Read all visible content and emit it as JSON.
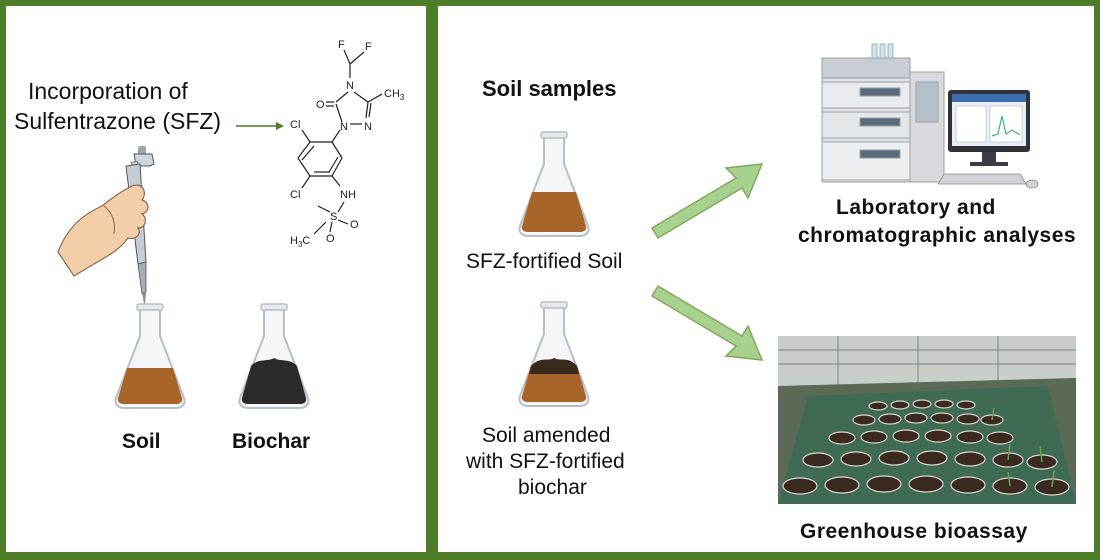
{
  "left": {
    "incorporation_line1": "Incorporation of",
    "incorporation_line2": "Sulfentrazone (SFZ)",
    "molecule": {
      "f1": "F",
      "f2": "F",
      "n_top": "N",
      "o": "O",
      "ch3": "CH",
      "ch3_sub": "3",
      "n1": "N",
      "n2": "N",
      "cl1": "Cl",
      "cl2": "Cl",
      "nh": "NH",
      "s": "S",
      "o_right": "O",
      "o_bottom": "O",
      "h3c": "H",
      "h3c_sub": "3",
      "h3c_c": "C"
    },
    "soil_label": "Soil",
    "biochar_label": "Biochar"
  },
  "right": {
    "soil_samples_title": "Soil samples",
    "sfz_soil_label": "SFZ-fortified Soil",
    "amended_line1": "Soil amended",
    "amended_line2": "with SFZ-fortified",
    "amended_line3": "biochar",
    "lab_line1": "Laboratory and",
    "lab_line2": "chromatographic analyses",
    "greenhouse_label": "Greenhouse bioassay"
  },
  "colors": {
    "border_green": "#4e7d2a",
    "arrow_green": "#a9d18e",
    "soil_brown": "#a8652a",
    "biochar_dark": "#2b2b2b"
  }
}
